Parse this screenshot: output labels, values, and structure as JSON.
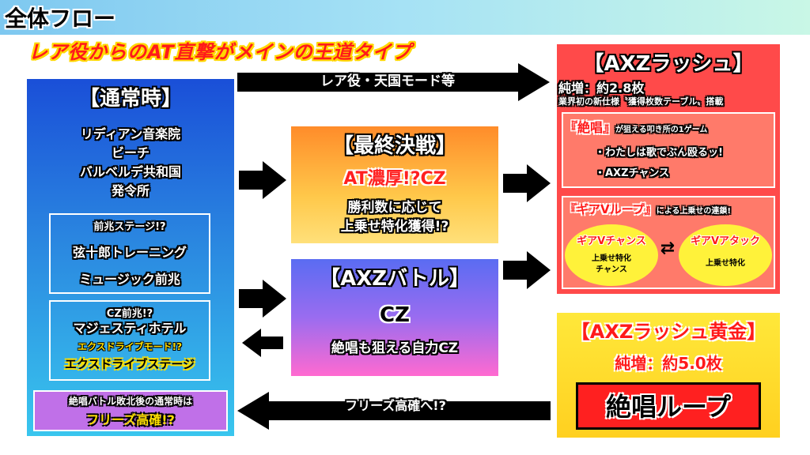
{
  "header": {
    "title": "全体フロー"
  },
  "subtitle": "レア役からのAT直撃がメインの王道タイプ",
  "normal": {
    "title": "【通常時】",
    "stages": [
      "リディアン音楽院",
      "ビーチ",
      "バルベルデ共和国",
      "発令所"
    ],
    "omen_box": {
      "title": "前兆ステージ!?",
      "items": [
        "弦十郎トレーニング",
        "ミュージック前兆"
      ]
    },
    "cz_box": {
      "title": "CZ前兆!?",
      "item1": "マジェスティホテル",
      "sub": "エクスドライブモード!?",
      "item2": "エクスドライブステージ"
    },
    "freeze_box": {
      "line1": "絶唱バトル敗北後の通常時は",
      "line2": "フリーズ高確!?"
    }
  },
  "arrows": {
    "top_label": "レア役・天国モード等",
    "bottom_label": "フリーズ高確へ!?"
  },
  "final_battle": {
    "title": "【最終決戦】",
    "headline": "AT濃厚!?CZ",
    "desc1": "勝利数に応じて",
    "desc2": "上乗せ特化獲得!?"
  },
  "axz_battle": {
    "title": "【AXZバトル】",
    "headline": "CZ",
    "desc": "絶唱も狙える自力CZ"
  },
  "axz_rush": {
    "title": "【AXZラッシュ】",
    "net_gain": "純増：約2.8枚",
    "note": "業界初の新仕様〝獲得枚数テーブル〟搭載",
    "zessho": {
      "title": "『絶唱』",
      "suffix": "が狙える叩き所の1ゲーム",
      "items": [
        "・わたしは歌でぶん殴るッ!",
        "・AXZチャンス"
      ]
    },
    "gear": {
      "title": "『ギアVループ』",
      "suffix": "による上乗せの連鎖!",
      "chance": {
        "name": "ギアVチャンス",
        "desc1": "上乗せ特化",
        "desc2": "チャンス"
      },
      "attack": {
        "name": "ギアVアタック",
        "desc": "上乗せ特化"
      },
      "swap": "⇄"
    }
  },
  "axz_gold": {
    "title": "【AXZラッシュ黄金】",
    "net_gain": "純増：約5.0枚",
    "loop": "絶唱ループ"
  }
}
